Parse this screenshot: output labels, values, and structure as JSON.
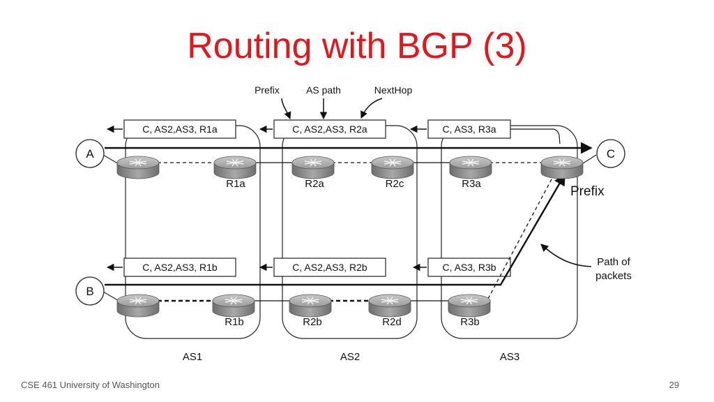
{
  "slide": {
    "title": "Routing with BGP (3)",
    "footer_left": "CSE 461 University of Washington",
    "page_number": "29"
  },
  "diagram": {
    "field_labels": {
      "prefix": "Prefix",
      "as_path": "AS path",
      "next_hop": "NextHop"
    },
    "hosts": {
      "a": "A",
      "b": "B",
      "c": "C"
    },
    "routers": {
      "r1a": "R1a",
      "r2a": "R2a",
      "r2c": "R2c",
      "r3a": "R3a",
      "r1b": "R1b",
      "r2b": "R2b",
      "r2d": "R2d",
      "r3b": "R3b"
    },
    "advertisements": {
      "top_as1": "C,  AS2,AS3, R1a",
      "top_as2": "C,  AS2,AS3, R2a",
      "top_as3": "C, AS3, R3a",
      "bottom_as1": "C,  AS2,AS3, R1b",
      "bottom_as2": "C,  AS2,AS3, R2b",
      "bottom_as3": "C, AS3, R3b"
    },
    "as_labels": {
      "as1": "AS1",
      "as2": "AS2",
      "as3": "AS3"
    },
    "prefix_label": "Prefix",
    "path_label_line1": "Path of",
    "path_label_line2": "packets"
  }
}
